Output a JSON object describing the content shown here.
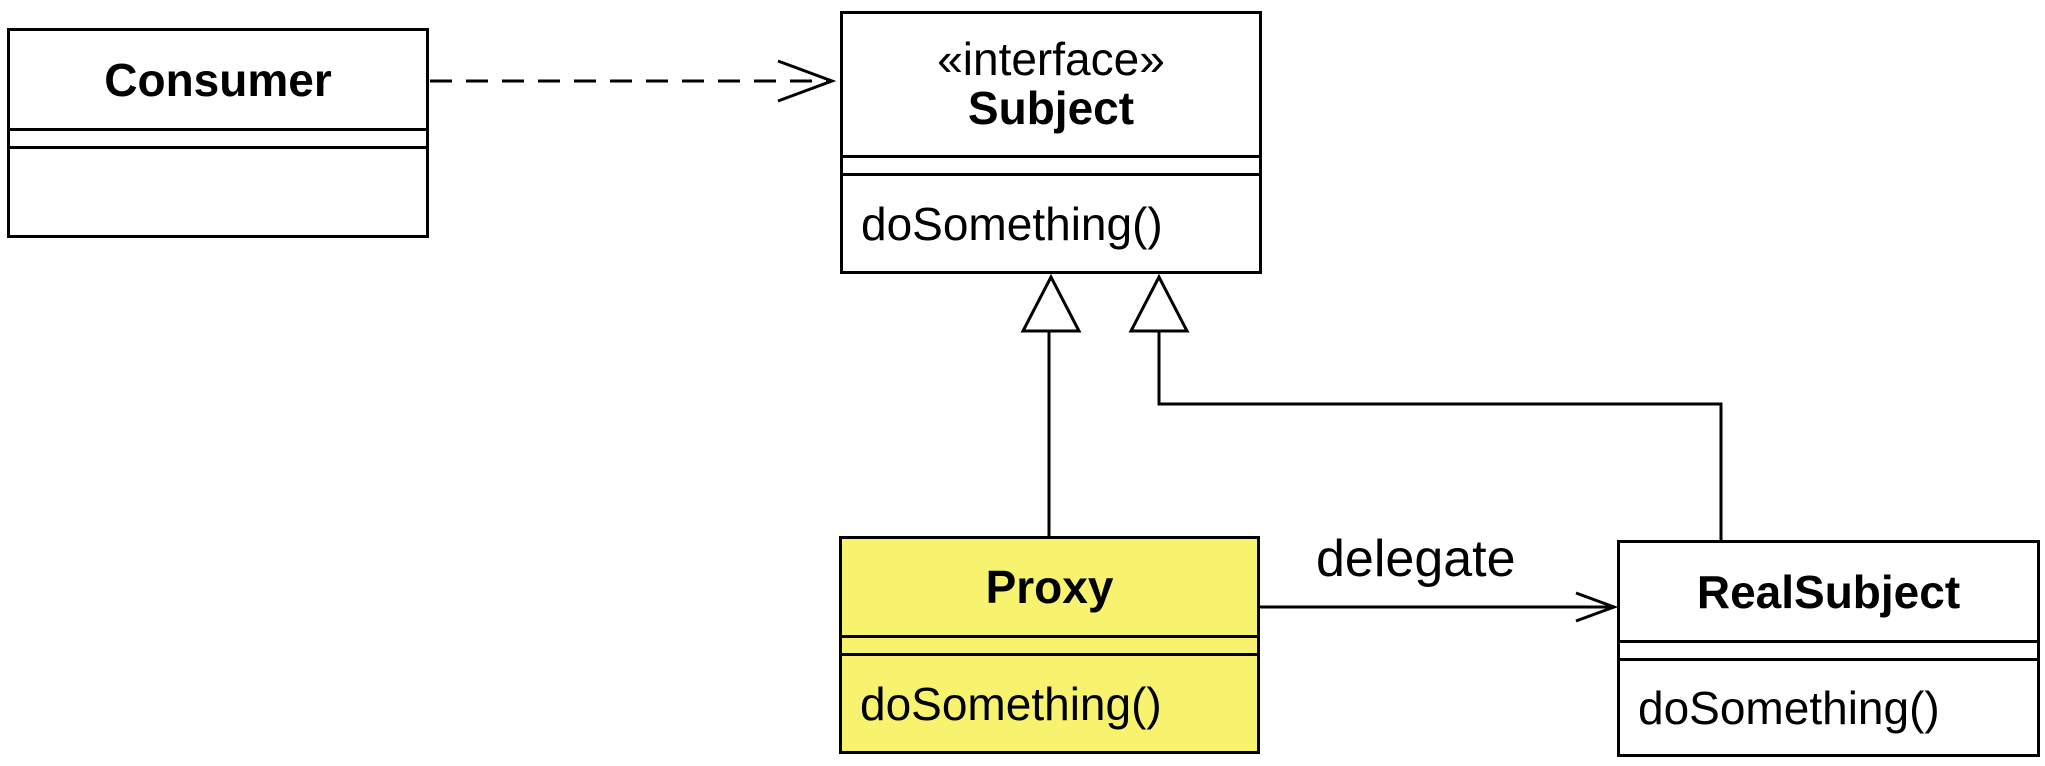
{
  "classes": {
    "consumer": {
      "name": "Consumer",
      "operations": []
    },
    "subject": {
      "stereotype": "«interface»",
      "name": "Subject",
      "operations": [
        "doSomething()"
      ]
    },
    "proxy": {
      "name": "Proxy",
      "operations": [
        "doSomething()"
      ]
    },
    "real_subject": {
      "name": "RealSubject",
      "operations": [
        "doSomething()"
      ]
    }
  },
  "relations": {
    "consumer_to_subject": "dependency",
    "proxy_to_subject": "realization",
    "real_subject_to_subject": "realization",
    "proxy_to_real_subject": {
      "type": "association",
      "label": "delegate"
    }
  },
  "colors": {
    "highlight": "#f7f36e",
    "line": "#000000",
    "background": "#ffffff"
  }
}
